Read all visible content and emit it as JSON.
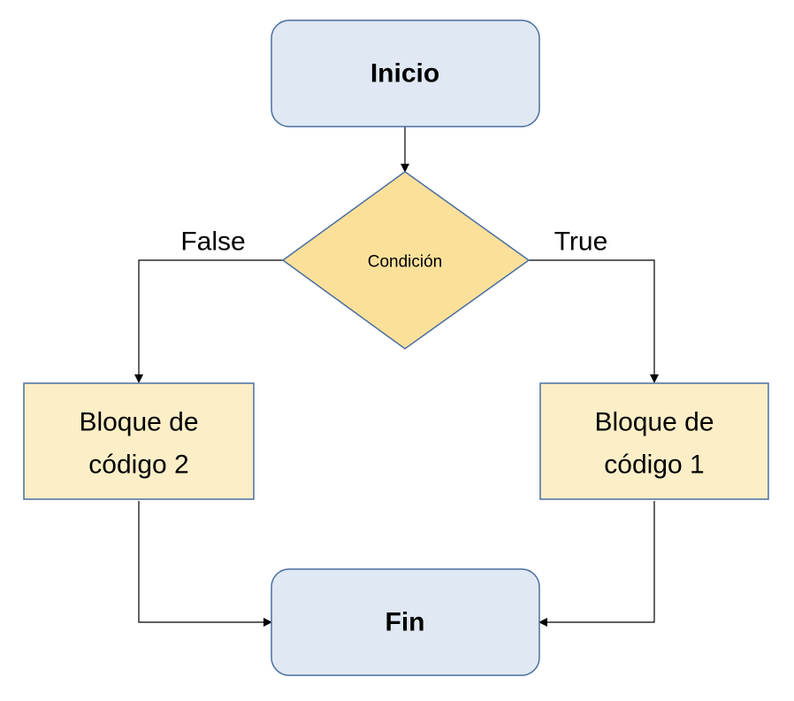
{
  "diagram": {
    "nodes": {
      "start": {
        "label": "Inicio"
      },
      "condition": {
        "label": "Condición"
      },
      "block2": {
        "line1": "Bloque de",
        "line2": "código 2"
      },
      "block1": {
        "line1": "Bloque de",
        "line2": "código 1"
      },
      "end": {
        "label": "Fin"
      }
    },
    "edges": {
      "false_label": "False",
      "true_label": "True"
    },
    "colors": {
      "terminal_fill": "#dfe8f3",
      "terminal_stroke": "#4a6ea0",
      "decision_fill": "#fbe09a",
      "decision_stroke": "#4a6ea0",
      "process_fill": "#fcefc7",
      "process_stroke": "#4a6ea0",
      "line": "#000000"
    }
  }
}
